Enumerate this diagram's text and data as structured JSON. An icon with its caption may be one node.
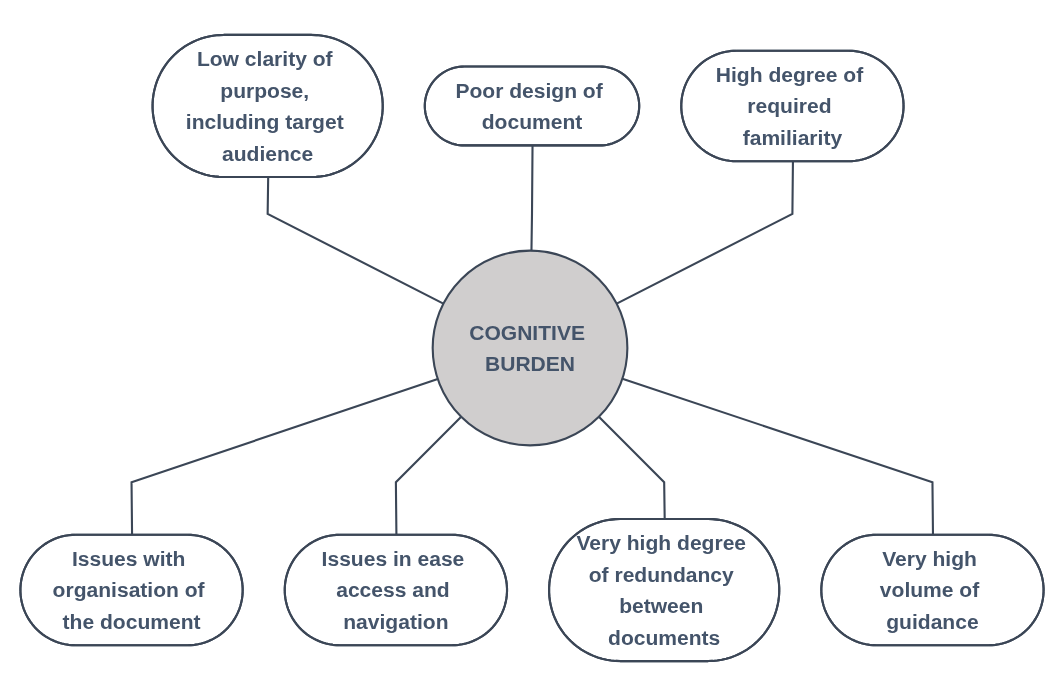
{
  "diagram": {
    "nodes": [
      {
        "text": [
          "Low clarity of purpose, including target audience"
        ]
      },
      {
        "text": [
          "Poor design of document"
        ]
      },
      {
        "text": [
          "High degree of required familiarity"
        ]
      },
      {
        "text": [
          "COGNITIVE BURDEN"
        ]
      },
      {
        "text": [
          "Issues with organisation of the document"
        ]
      },
      {
        "text": [
          "Issues in ease access and navigation"
        ]
      },
      {
        "text": [
          "Very high degree of redundancy between documents"
        ]
      },
      {
        "text": [
          "Very high volume of guidance"
        ]
      }
    ],
    "edges": [
      {
        "from": 0,
        "to": 3,
        "arrow": "none"
      },
      {
        "from": 1,
        "to": 3,
        "arrow": "none"
      },
      {
        "from": 2,
        "to": 3,
        "arrow": "none"
      },
      {
        "from": 3,
        "to": 4,
        "arrow": "none"
      },
      {
        "from": 3,
        "to": 5,
        "arrow": "none"
      },
      {
        "from": 3,
        "to": 6,
        "arrow": "none"
      },
      {
        "from": 3,
        "to": 7,
        "arrow": "none"
      }
    ]
  }
}
